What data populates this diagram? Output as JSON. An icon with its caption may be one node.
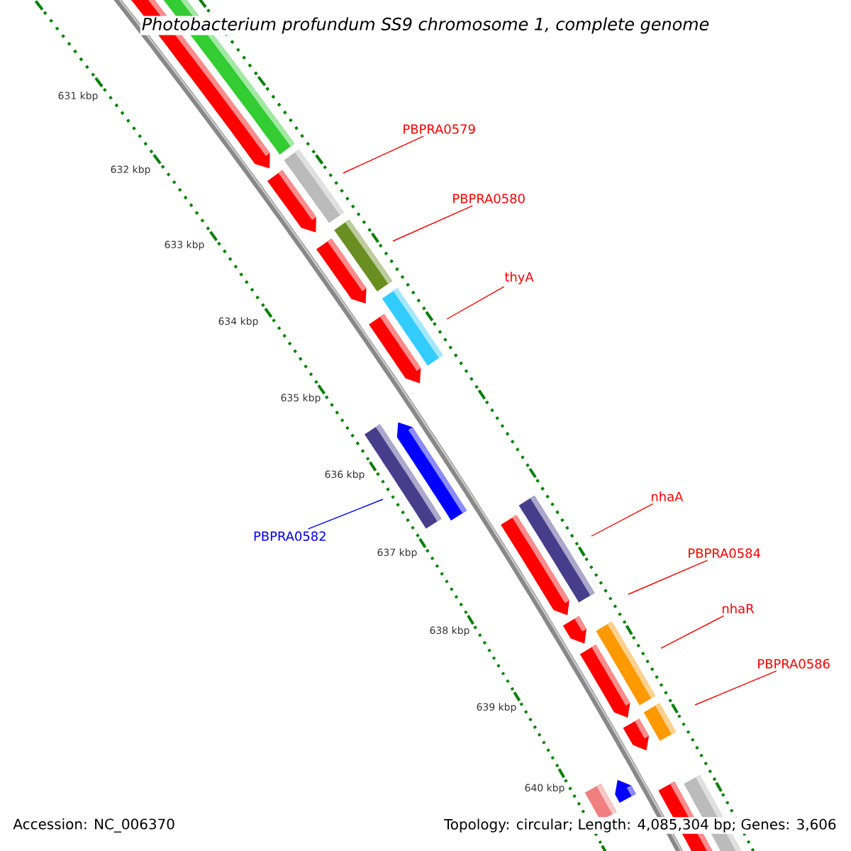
{
  "diagram": {
    "title": "Photobacterium profundum SS9 chromosome 1, complete genome",
    "nodes": [
      {
        "text": [
          "PBPRA0579"
        ]
      },
      {
        "text": [
          "PBPRA0580"
        ]
      },
      {
        "text": [
          "thyA"
        ]
      },
      {
        "text": [
          "PBPRA0582"
        ]
      },
      {
        "text": [
          "nhaA"
        ]
      },
      {
        "text": [
          "PBPRA0584"
        ]
      },
      {
        "text": [
          "nhaR"
        ]
      },
      {
        "text": [
          "PBPRA0586"
        ]
      }
    ],
    "edges": [
      {
        "from": 0,
        "to": null,
        "arrow": "none"
      },
      {
        "from": 1,
        "to": null,
        "arrow": "none"
      },
      {
        "from": 2,
        "to": null,
        "arrow": "none"
      },
      {
        "from": 3,
        "to": null,
        "arrow": "none",
        "color": "#0000ff"
      },
      {
        "from": 4,
        "to": null,
        "arrow": "none"
      },
      {
        "from": 5,
        "to": null,
        "arrow": "none"
      },
      {
        "from": 6,
        "to": null,
        "arrow": "none"
      },
      {
        "from": 7,
        "to": null,
        "arrow": "none"
      }
    ],
    "labels": [
      "631 kbp",
      "632 kbp",
      "633 kbp",
      "634 kbp",
      "635 kbp",
      "636 kbp",
      "637 kbp",
      "638 kbp",
      "639 kbp",
      "640 kbp",
      "Accession: NC_006370",
      "Topology: circular; Length: 4,085,304 bp; Genes: 3,606"
    ]
  }
}
